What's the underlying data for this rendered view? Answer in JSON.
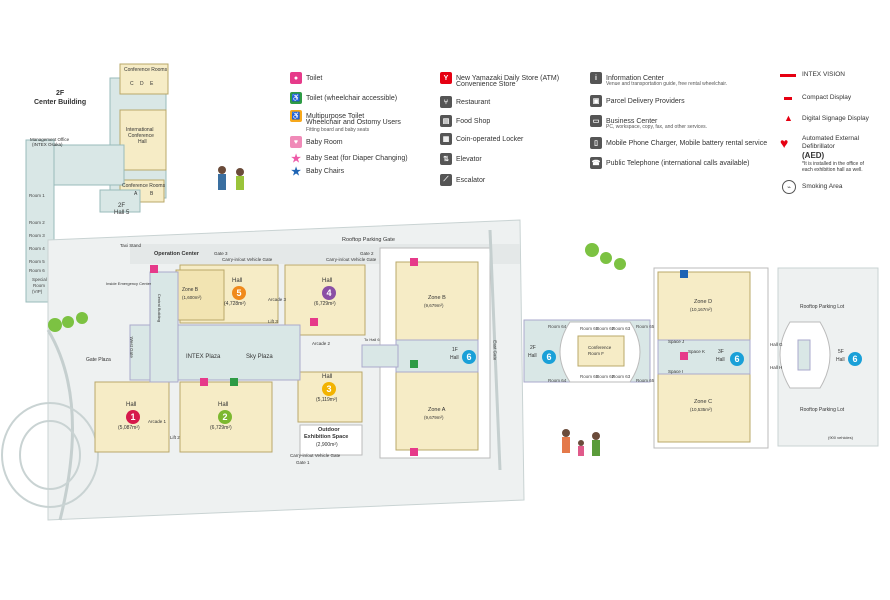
{
  "center_building": {
    "title_line1": "2F",
    "title_line2": "Center Building",
    "conference_rooms_top": "Conference Rooms",
    "room_c": "C",
    "room_d": "D",
    "room_e": "E",
    "intl_hall_line1": "International",
    "intl_hall_line2": "Conference",
    "intl_hall_line3": "Hall",
    "management_office_line1": "Management Office",
    "management_office_line2": "(INTEX Osaka)",
    "conference_rooms_ab": "Conference Rooms",
    "room_a": "A",
    "room_b": "B",
    "hall5_line1": "2F",
    "hall5_line2": "Hall 5",
    "rooms": [
      "Room 1",
      "Room 2",
      "Room 3",
      "Room 4",
      "Room 5",
      "Room 6"
    ],
    "special_room_line1": "Special",
    "special_room_line2": "Room",
    "special_room_line3": "(VIP)"
  },
  "legend": {
    "col1": [
      {
        "label": "Toilet",
        "icon": "toilet-icon",
        "color": "#e63a8a"
      },
      {
        "label": "Toilet (wheelchair accessible)",
        "icon": "wheelchair-icon",
        "color": "#2e9b45"
      },
      {
        "label": "Multipurpose Toilet",
        "label2": "Wheelchair and Ostomy Users",
        "sub": "Fitting board and baby seats",
        "icon": "multipurpose-toilet-icon",
        "color": "#f7a81b"
      },
      {
        "label": "Baby Room",
        "icon": "baby-room-icon",
        "color": "#f08ab8"
      },
      {
        "label": "Baby Seat (for Diaper Changing)",
        "icon": "baby-seat-star-icon",
        "color": "#ee5aa8"
      },
      {
        "label": "Baby Chairs",
        "icon": "baby-chair-star-icon",
        "color": "#1e64b4"
      }
    ],
    "col2": [
      {
        "label": "New Yamazaki Daily Store (ATM)",
        "label2": "Convenience Store",
        "icon": "convenience-store-icon",
        "color": "#e60012"
      },
      {
        "label": "Restaurant",
        "icon": "restaurant-icon",
        "color": "#555555"
      },
      {
        "label": "Food Shop",
        "icon": "food-shop-icon",
        "color": "#555555"
      },
      {
        "label": "Coin-operated Locker",
        "icon": "locker-icon",
        "color": "#555555"
      },
      {
        "label": "Elevator",
        "icon": "elevator-icon",
        "color": "#555555"
      },
      {
        "label": "Escalator",
        "icon": "escalator-icon",
        "color": "#555555"
      }
    ],
    "col3": [
      {
        "label": "Information Center",
        "sub": "Venue and transportation guide, free rental wheelchair.",
        "icon": "information-icon",
        "color": "#555555"
      },
      {
        "label": "Parcel Delivery Providers",
        "icon": "parcel-icon",
        "color": "#555555"
      },
      {
        "label": "Business Center",
        "sub": "PC, workspace, copy, fax, and other services.",
        "icon": "business-center-icon",
        "color": "#555555"
      },
      {
        "label": "Mobile Phone Charger, Mobile battery rental service",
        "icon": "phone-charger-icon",
        "color": "#555555"
      },
      {
        "label": "Public Telephone (international calls available)",
        "icon": "telephone-icon",
        "color": "#555555"
      }
    ],
    "col4": {
      "intex_vision": "INTEX VISION",
      "compact_display": "Compact Display",
      "digital_signage": "Digital Signage Display",
      "aed_line1": "Automated External",
      "aed_line2": "Defibrillator",
      "aed_line3": "(AED)",
      "aed_note1": "*It is installed in the office of",
      "aed_note2": "each exhibition hall as well.",
      "smoking_area": "Smoking Area",
      "red": "#e60012"
    }
  },
  "main_map": {
    "taxi_stand": "Taxi Stand",
    "operation_center": "Operation Center",
    "gate3": "Gate 3",
    "carry_gate_top": "Carry-in/out Vehicle Gate",
    "rooftop_gate": "Rooftop Parking Gate",
    "gate2": "Gate 2",
    "carry_gate_top2": "Carry-in/out Vehicle Gate",
    "inside_emergency": "Inside Emergency Center",
    "west_gate": "West Gate",
    "gate_plaza": "Gate Plaza",
    "central_building": "Central Building",
    "intex_plaza": "INTEX Plaza",
    "sky_plaza": "Sky Plaza",
    "arcade1": "Arcade 1",
    "arcade2": "Arcade 2",
    "arcade3": "Arcade 3",
    "lift3": "Lift 3",
    "lift2": "Lift 2",
    "to_hall6": "To Hall 6",
    "zone_b_h5": "Zone B",
    "zone_b_h5_area": "(1,600m²)",
    "hall1": {
      "label": "Hall",
      "num": "1",
      "area": "(5,087m²)",
      "color": "#d6194b"
    },
    "hall2": {
      "label": "Hall",
      "num": "2",
      "area": "(6,729m²)",
      "color": "#7cb82f"
    },
    "hall3": {
      "label": "Hall",
      "num": "3",
      "area": "(5,119m²)",
      "color": "#f2b300"
    },
    "hall4": {
      "label": "Hall",
      "num": "4",
      "area": "(6,729m²)",
      "color": "#8a4fa5"
    },
    "hall5": {
      "label": "Hall",
      "num": "5",
      "area": "(4,728m²)",
      "color": "#f08a1c"
    },
    "outdoor_line1": "Outdoor",
    "outdoor_line2": "Exhibition Space",
    "outdoor_area": "(2,900m²)",
    "carry_gate_bottom": "Carry-in/out Vehicle Gate",
    "gate1": "Gate 1",
    "zone_b_h6": "Zone B",
    "zone_b_h6_area": "(9,679m²)",
    "zone_a_h6": "Zone A",
    "zone_a_h6_area": "(9,679m²)",
    "hall6_1f_label1": "1F",
    "hall6_1f_label2": "Hall",
    "hall6_num": "6",
    "hall6_color": "#1aa0d8",
    "east_gate": "East Gate"
  },
  "second_floor": {
    "hall_label1": "2F",
    "hall_label2": "Hall",
    "conference_line1": "Conference",
    "conference_line2": "Room F",
    "rooms_top": [
      "Room 61",
      "Room 62",
      "Room 63"
    ],
    "rooms_bottom": [
      "Room 61",
      "Room 62",
      "Room 63"
    ],
    "room_left_top": "Room 64",
    "room_left_bottom": "Room 64",
    "room_right_top": "Room 65",
    "room_right_bottom": "Room 65"
  },
  "third_floor": {
    "zone_d": "Zone D",
    "zone_d_area": "(10,167m²)",
    "zone_c": "Zone C",
    "zone_c_area": "(10,535m²)",
    "space_j": "Space J",
    "space_k": "Space K",
    "space_i": "Space I",
    "label1": "3F",
    "label2": "Hall"
  },
  "fifth_floor": {
    "rooftop_parking_top": "Rooftop Parking Lot",
    "rooftop_parking_bottom": "Rooftop Parking Lot",
    "hall_g": "Hall G",
    "hall_h": "Hall H",
    "label1": "5F",
    "label2": "Hall",
    "vehicles": "(900 vehicles)"
  }
}
